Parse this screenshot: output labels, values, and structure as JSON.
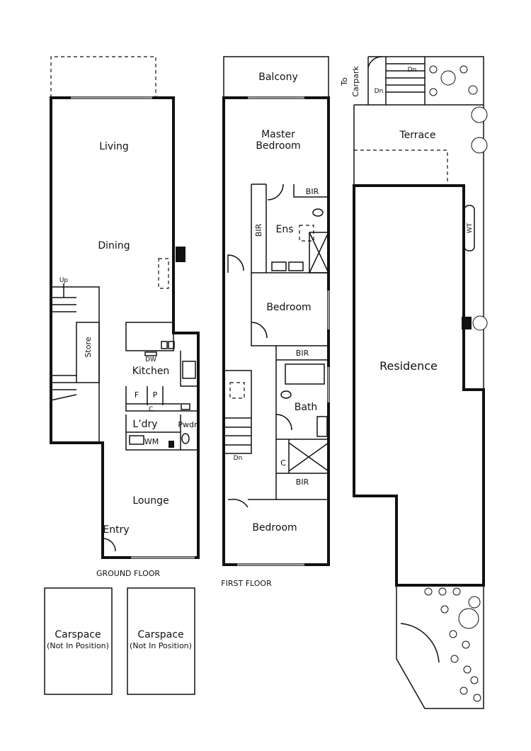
{
  "ground_floor": {
    "title": "GROUND FLOOR",
    "rooms": {
      "living": "Living",
      "dining": "Dining",
      "up": "Up",
      "store": "Store",
      "dw": "DW",
      "kitchen": "Kitchen",
      "fridge": "F",
      "pantry": "P",
      "cupboard": "C",
      "laundry": "L’dry",
      "powder": "Pwdr",
      "wm": "WM",
      "lounge": "Lounge",
      "entry": "Entry"
    }
  },
  "first_floor": {
    "title": "FIRST FLOOR",
    "rooms": {
      "balcony": "Balcony",
      "master_1": "Master",
      "master_2": "Bedroom",
      "bir_master": "BIR",
      "bir_side": "BIR",
      "ensuite": "Ens",
      "bedroom_2": "Bedroom",
      "bir_2": "BIR",
      "bath": "Bath",
      "cupboard": "C",
      "bir_3": "BIR",
      "dn": "Dn",
      "bedroom_3": "Bedroom"
    }
  },
  "site": {
    "to_carpark_1": "To",
    "to_carpark_2": "Carpark",
    "dn_1": "Dn",
    "dn_2": "Dn",
    "terrace": "Terrace",
    "water_tank": "WT",
    "residence": "Residence"
  },
  "carspaces": [
    {
      "label": "Carspace",
      "note": "(Not In Position)"
    },
    {
      "label": "Carspace",
      "note": "(Not In Position)"
    }
  ]
}
